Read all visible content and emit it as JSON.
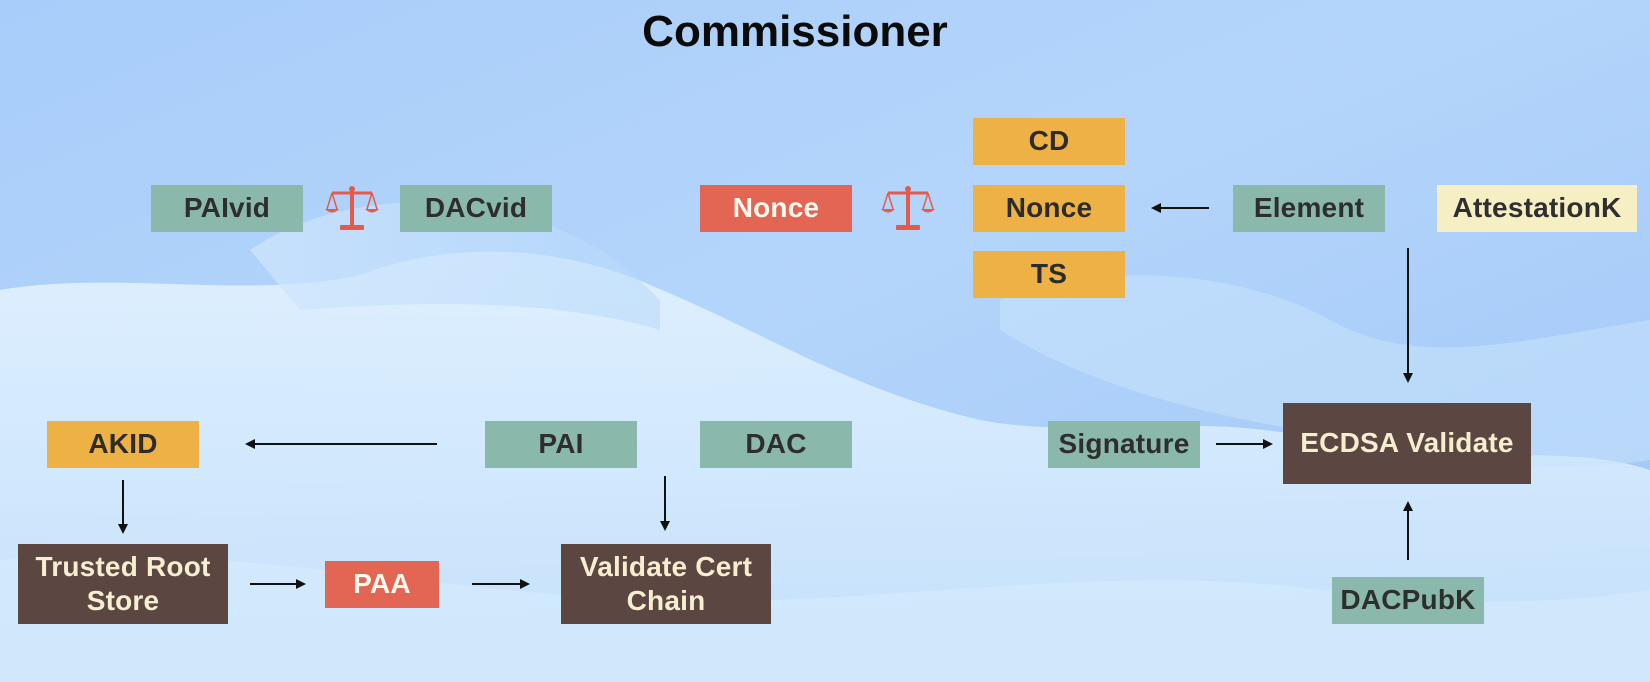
{
  "title": "Commissioner",
  "colors": {
    "teal": "#8ab8aa",
    "orange": "#eeb146",
    "red": "#e36553",
    "dark": "#5b4642",
    "cream": "#f6efc4",
    "background": "#b9d6f7"
  },
  "boxes": {
    "paivid": "PAIvid",
    "dacvid": "DACvid",
    "nonce_left": "Nonce",
    "cd": "CD",
    "nonce_center": "Nonce",
    "ts": "TS",
    "element": "Element",
    "attestationk": "AttestationK",
    "akid": "AKID",
    "pai": "PAI",
    "dac": "DAC",
    "signature": "Signature",
    "ecdsa_validate": "ECDSA Validate",
    "trusted_root_store": "Trusted Root\nStore",
    "paa": "PAA",
    "validate_cert_chain": "Validate Cert\nChain",
    "dacpubk": "DACPubK"
  },
  "icons": {
    "compare_left": "balance-scale-icon",
    "compare_right": "balance-scale-icon"
  }
}
